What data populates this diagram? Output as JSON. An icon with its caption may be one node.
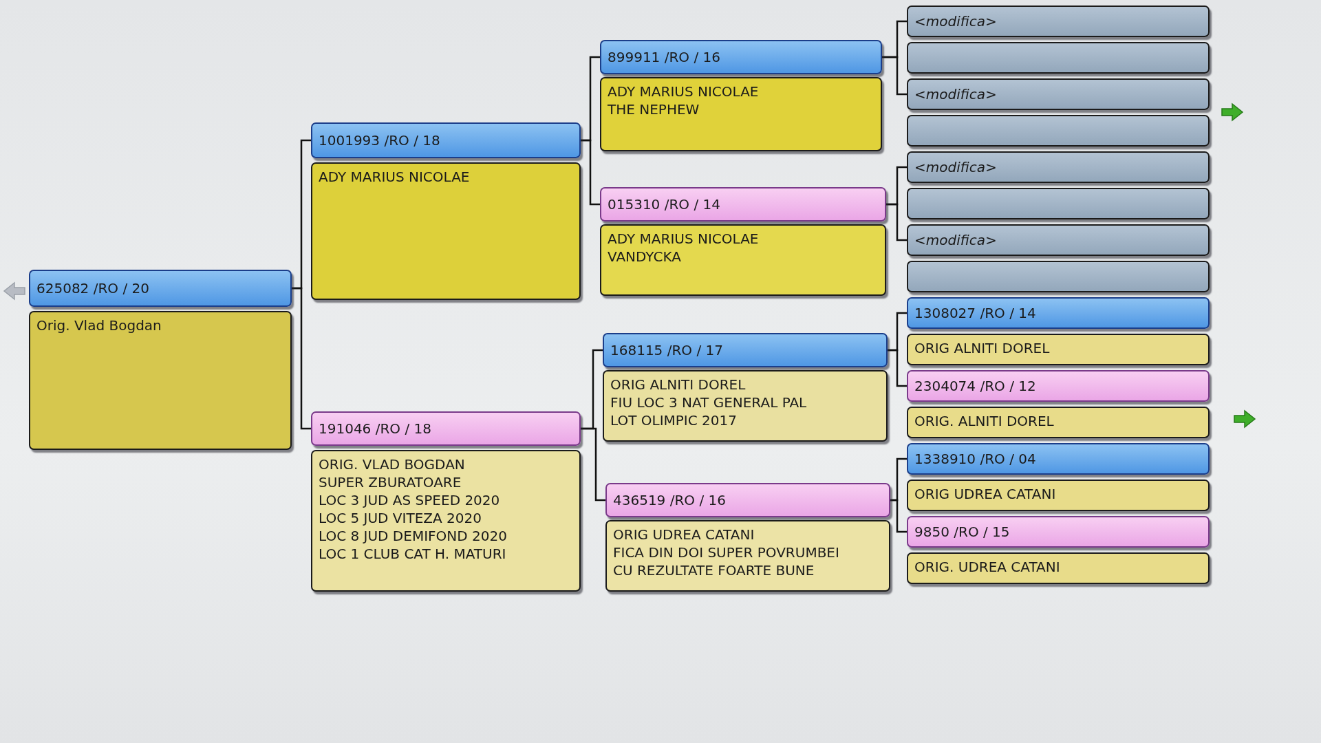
{
  "diagram": {
    "nodes": [
      {
        "text": [
          "625082 /RO / 20"
        ]
      },
      {
        "text": [
          "Orig. Vlad Bogdan"
        ]
      },
      {
        "text": [
          "1001993 /RO / 18"
        ]
      },
      {
        "text": [
          "ADY MARIUS NICOLAE"
        ]
      },
      {
        "text": [
          "191046 /RO / 18"
        ]
      },
      {
        "text": [
          "ORIG. VLAD BOGDAN",
          "SUPER ZBURATOARE",
          "LOC 3 JUD AS SPEED 2020",
          "LOC 5 JUD VITEZA 2020",
          "LOC 8 JUD DEMIFOND 2020",
          "LOC 1 CLUB CAT H. MATURI"
        ]
      },
      {
        "text": [
          "899911 /RO / 16"
        ]
      },
      {
        "text": [
          "ADY MARIUS NICOLAE",
          "THE NEPHEW"
        ]
      },
      {
        "text": [
          "015310 /RO / 14"
        ]
      },
      {
        "text": [
          "ADY MARIUS NICOLAE",
          "VANDYCKA"
        ]
      },
      {
        "text": [
          "168115 /RO / 17"
        ]
      },
      {
        "text": [
          "ORIG ALNITI DOREL",
          "FIU LOC 3 NAT GENERAL PAL",
          "LOT OLIMPIC 2017"
        ]
      },
      {
        "text": [
          "436519 /RO / 16"
        ]
      },
      {
        "text": [
          "ORIG UDREA CATANI",
          "FICA DIN DOI SUPER POVRUMBEI",
          "CU REZULTATE FOARTE BUNE"
        ]
      },
      {
        "text": [
          "<modifica>"
        ]
      },
      {
        "text": [],
        "shape": "box"
      },
      {
        "text": [
          "<modifica>"
        ]
      },
      {
        "text": [],
        "shape": "box"
      },
      {
        "text": [
          "<modifica>"
        ]
      },
      {
        "text": [],
        "shape": "box"
      },
      {
        "text": [
          "<modifica>"
        ]
      },
      {
        "text": [],
        "shape": "box"
      },
      {
        "text": [
          "1308027 /RO / 14"
        ]
      },
      {
        "text": [
          "ORIG ALNITI DOREL"
        ]
      },
      {
        "text": [
          "2304074 /RO / 12"
        ]
      },
      {
        "text": [
          "ORIG. ALNITI DOREL"
        ]
      },
      {
        "text": [
          "1338910 /RO / 04"
        ]
      },
      {
        "text": [
          "ORIG UDREA CATANI"
        ]
      },
      {
        "text": [
          "9850 /RO / 15"
        ]
      },
      {
        "text": [
          "ORIG. UDREA CATANI"
        ]
      }
    ],
    "edges": [
      {
        "from": 0,
        "to": 2,
        "arrow": "none"
      },
      {
        "from": 0,
        "to": 4,
        "arrow": "none"
      },
      {
        "from": 2,
        "to": 6,
        "arrow": "none"
      },
      {
        "from": 2,
        "to": 8,
        "arrow": "none"
      },
      {
        "from": 4,
        "to": 10,
        "arrow": "none"
      },
      {
        "from": 4,
        "to": 12,
        "arrow": "none"
      },
      {
        "from": 6,
        "to": 14,
        "arrow": "none"
      },
      {
        "from": 6,
        "to": 16,
        "arrow": "none"
      },
      {
        "from": 8,
        "to": 18,
        "arrow": "none"
      },
      {
        "from": 8,
        "to": 20,
        "arrow": "none"
      },
      {
        "from": 10,
        "to": 22,
        "arrow": "none"
      },
      {
        "from": 10,
        "to": 24,
        "arrow": "none"
      },
      {
        "from": 12,
        "to": 26,
        "arrow": "none"
      },
      {
        "from": 12,
        "to": 28,
        "arrow": "none"
      }
    ]
  }
}
